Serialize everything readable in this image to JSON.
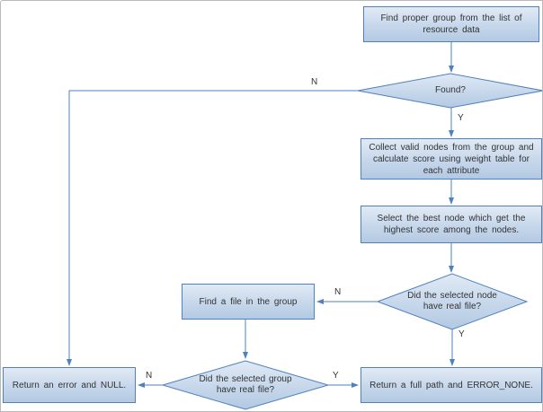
{
  "nodes": {
    "find_group": {
      "label": "Find proper group from the list of resource data"
    },
    "found": {
      "label": "Found?"
    },
    "collect": {
      "label": "Collect valid nodes from the group and calculate score using weight table for each attribute"
    },
    "select_best": {
      "label": "Select the best node which get the highest score among the nodes."
    },
    "node_has_file": {
      "label": "Did the selected node have real file?"
    },
    "find_file": {
      "label": "Find a file in the group"
    },
    "group_has_file": {
      "label": "Did the selected group have real file?"
    },
    "return_error": {
      "label": "Return an error and NULL."
    },
    "return_path": {
      "label": "Return a full path and ERROR_NONE."
    }
  },
  "edge_labels": {
    "found_no": "N",
    "found_yes": "Y",
    "node_file_no": "N",
    "node_file_yes": "Y",
    "group_file_no": "N",
    "group_file_yes": "Y"
  },
  "colors": {
    "node_fill_top": "#e1eaf5",
    "node_fill_bottom": "#b3c9e2",
    "node_border": "#4f81bd",
    "connector": "#4f81bd",
    "text": "#333333",
    "page_border": "#b9b9b9",
    "background": "#ffffff"
  }
}
